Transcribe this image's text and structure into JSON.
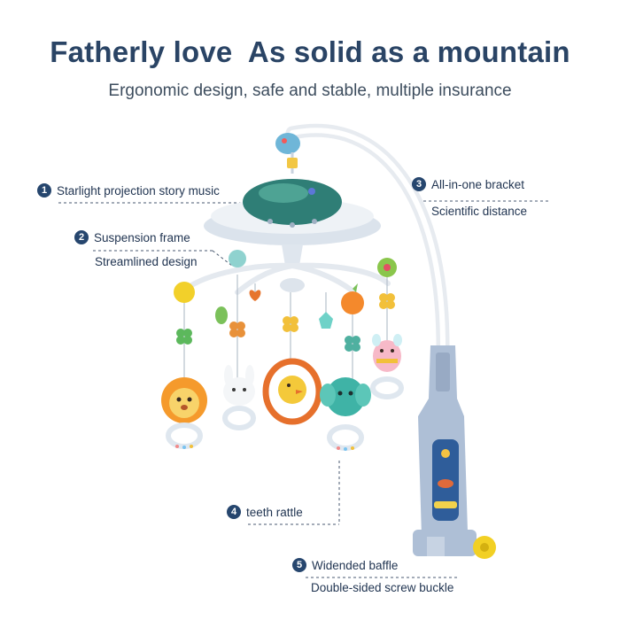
{
  "header": {
    "title": "Fatherly love  As solid as a mountain",
    "subtitle": "Ergonomic design, safe and stable, multiple insurance"
  },
  "callouts": [
    {
      "number": "1",
      "label": "Starlight projection story music",
      "sublabel": ""
    },
    {
      "number": "2",
      "label": "Suspension frame",
      "sublabel": "Streamlined design"
    },
    {
      "number": "3",
      "label": "All-in-one bracket",
      "sublabel": "Scientific distance"
    },
    {
      "number": "4",
      "label": "teeth rattle",
      "sublabel": ""
    },
    {
      "number": "5",
      "label": "Widended baffle",
      "sublabel": "Double-sided screw buckle"
    }
  ],
  "colors": {
    "title": "#2a4465",
    "badge": "#26466e",
    "projector_top": "#2f7e76",
    "bracket": "#aebfd6",
    "arm": "#f1f3f6"
  }
}
